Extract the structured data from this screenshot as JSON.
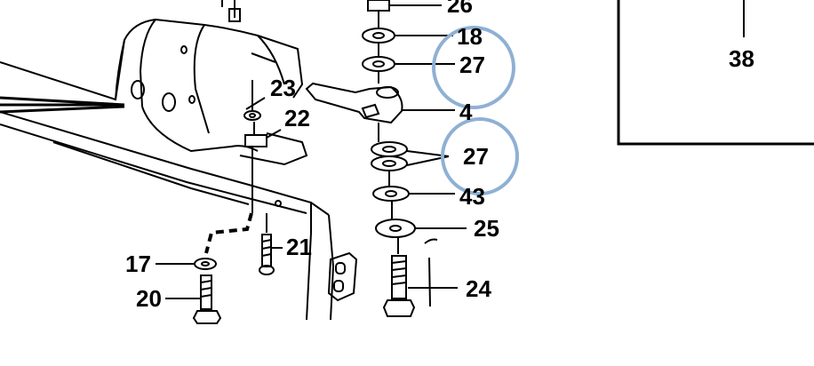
{
  "callouts": {
    "c26": "26",
    "c18": "18",
    "c27a": "27",
    "c4": "4",
    "c27b": "27",
    "c43": "43",
    "c25": "25",
    "c24": "24",
    "c23": "23",
    "c22": "22",
    "c21": "21",
    "c17": "17",
    "c20": "20",
    "c38": "38"
  },
  "colors": {
    "line": "#000000",
    "highlight_circle": "#8fb0d4",
    "background": "#ffffff"
  }
}
